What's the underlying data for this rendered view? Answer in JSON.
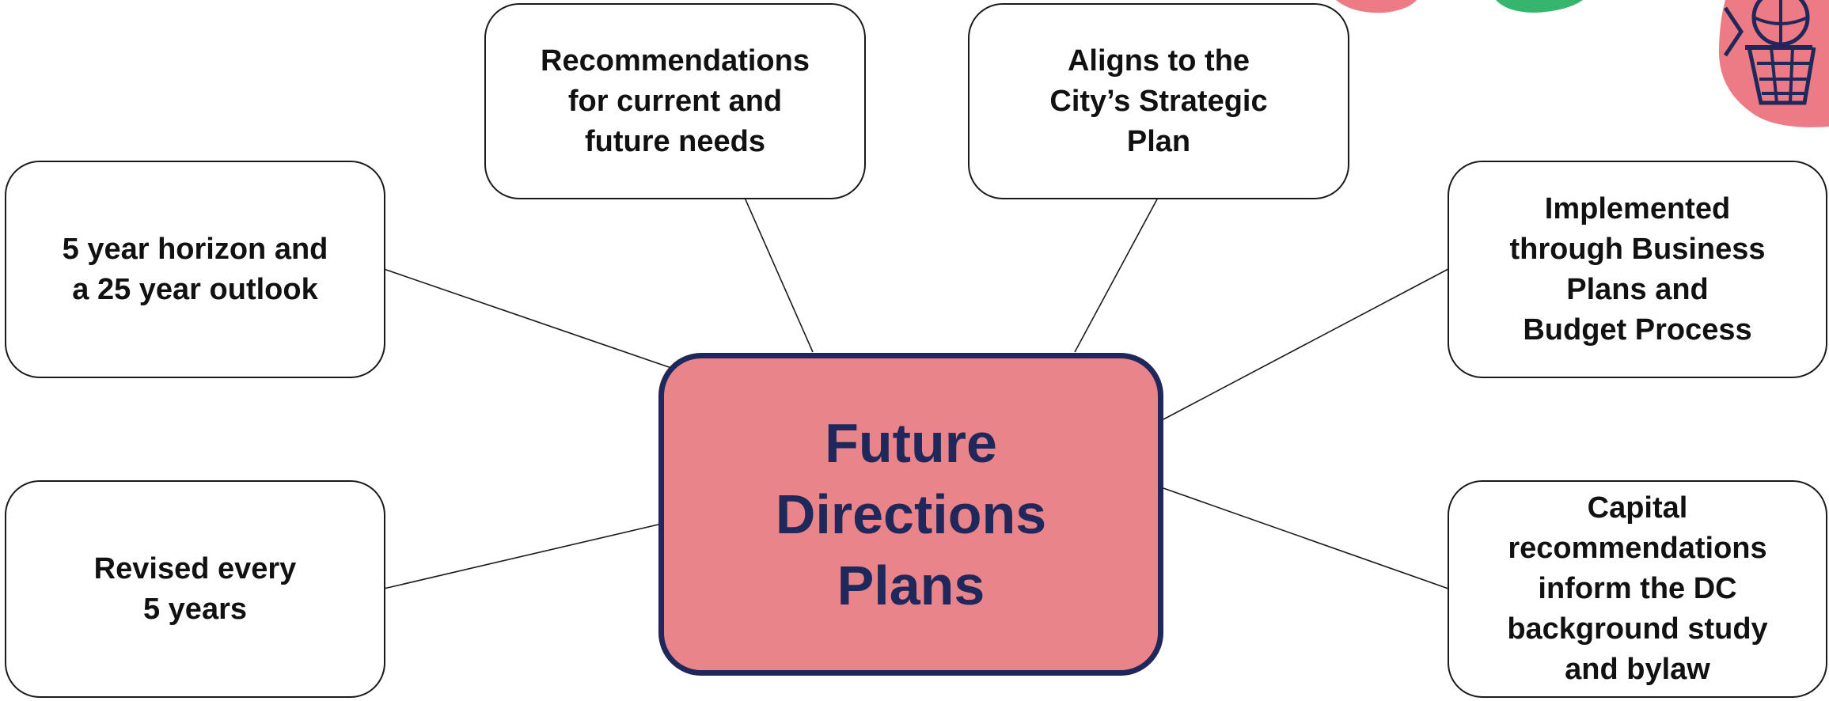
{
  "diagram": {
    "title": "Future\nDirections\nPlans",
    "nodes": {
      "horizon": "5 year horizon and\na 25 year outlook",
      "revised": "Revised every\n5 years",
      "recommendations": "Recommendations\nfor current and\nfuture needs",
      "strategic": "Aligns to the\nCity’s Strategic\nPlan",
      "implemented": "Implemented\nthrough Business\nPlans and\nBudget Process",
      "capital": "Capital\nrecommendations\ninform the DC\nbackground study\nand bylaw"
    }
  },
  "colors": {
    "center_fill": "#e9848b",
    "center_border": "#20275a",
    "node_border": "#1a1a1a",
    "connector": "#1a1a1a",
    "deco_pink": "#ec7b86",
    "deco_green": "#35b56e",
    "deco_navy": "#20275a"
  },
  "decorations": {
    "top_right_icon": "basketball-hoop-icon"
  }
}
